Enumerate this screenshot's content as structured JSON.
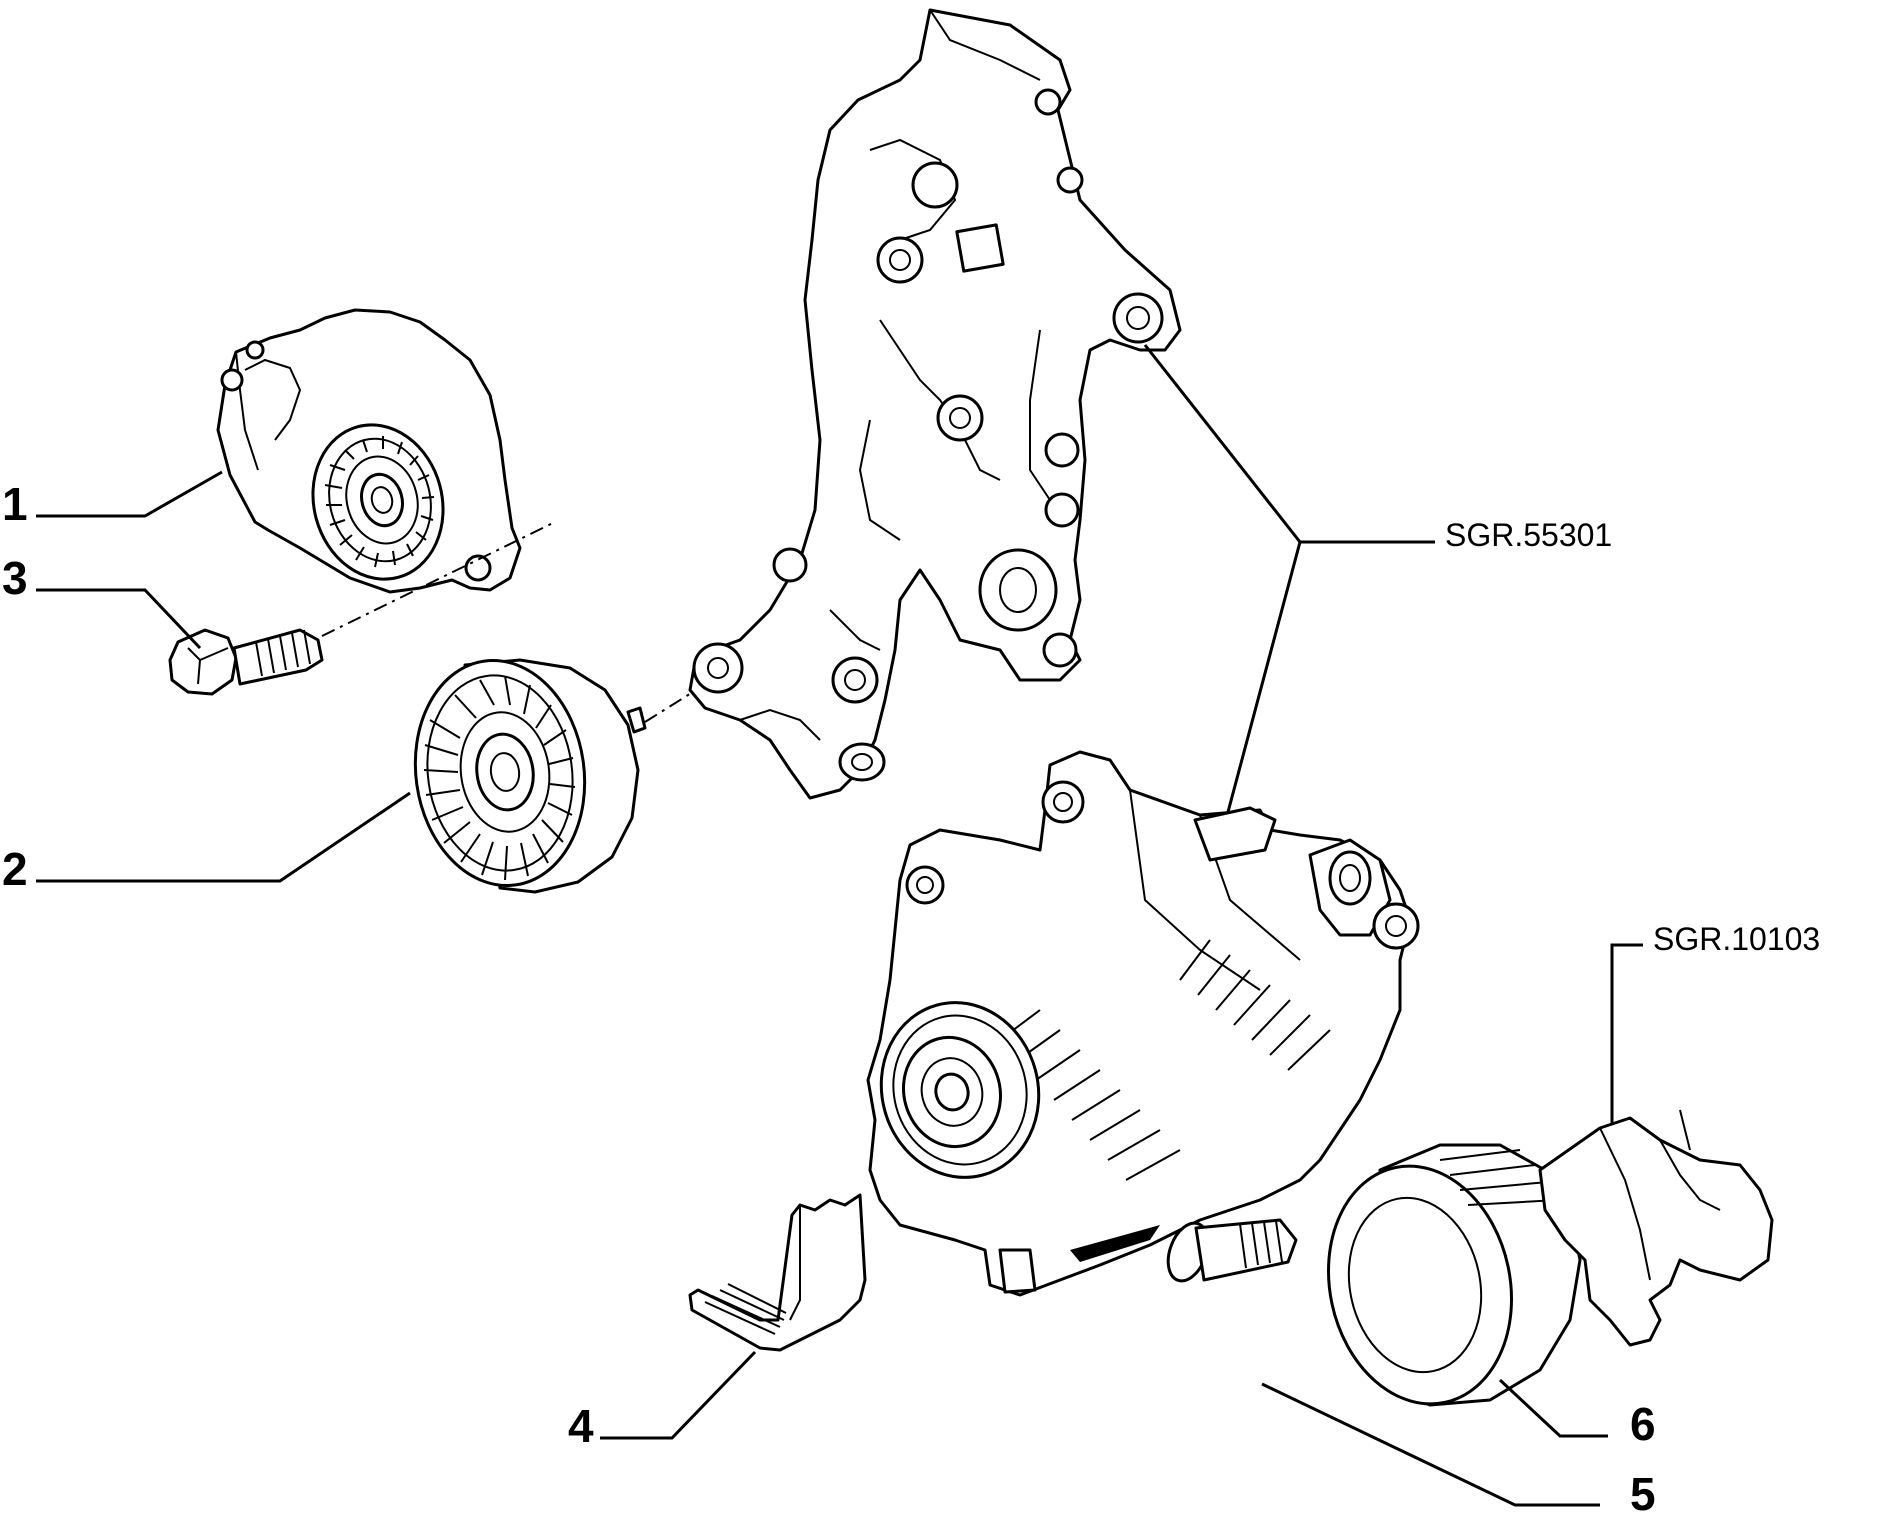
{
  "diagram": {
    "callouts": {
      "part_1": "1",
      "part_2": "2",
      "part_3": "3",
      "part_4": "4",
      "part_5": "5",
      "part_6": "6"
    },
    "references": {
      "bracket": "SGR.55301",
      "cover": "SGR.10103"
    }
  },
  "colors": {
    "line": "#000000",
    "background": "#ffffff"
  }
}
